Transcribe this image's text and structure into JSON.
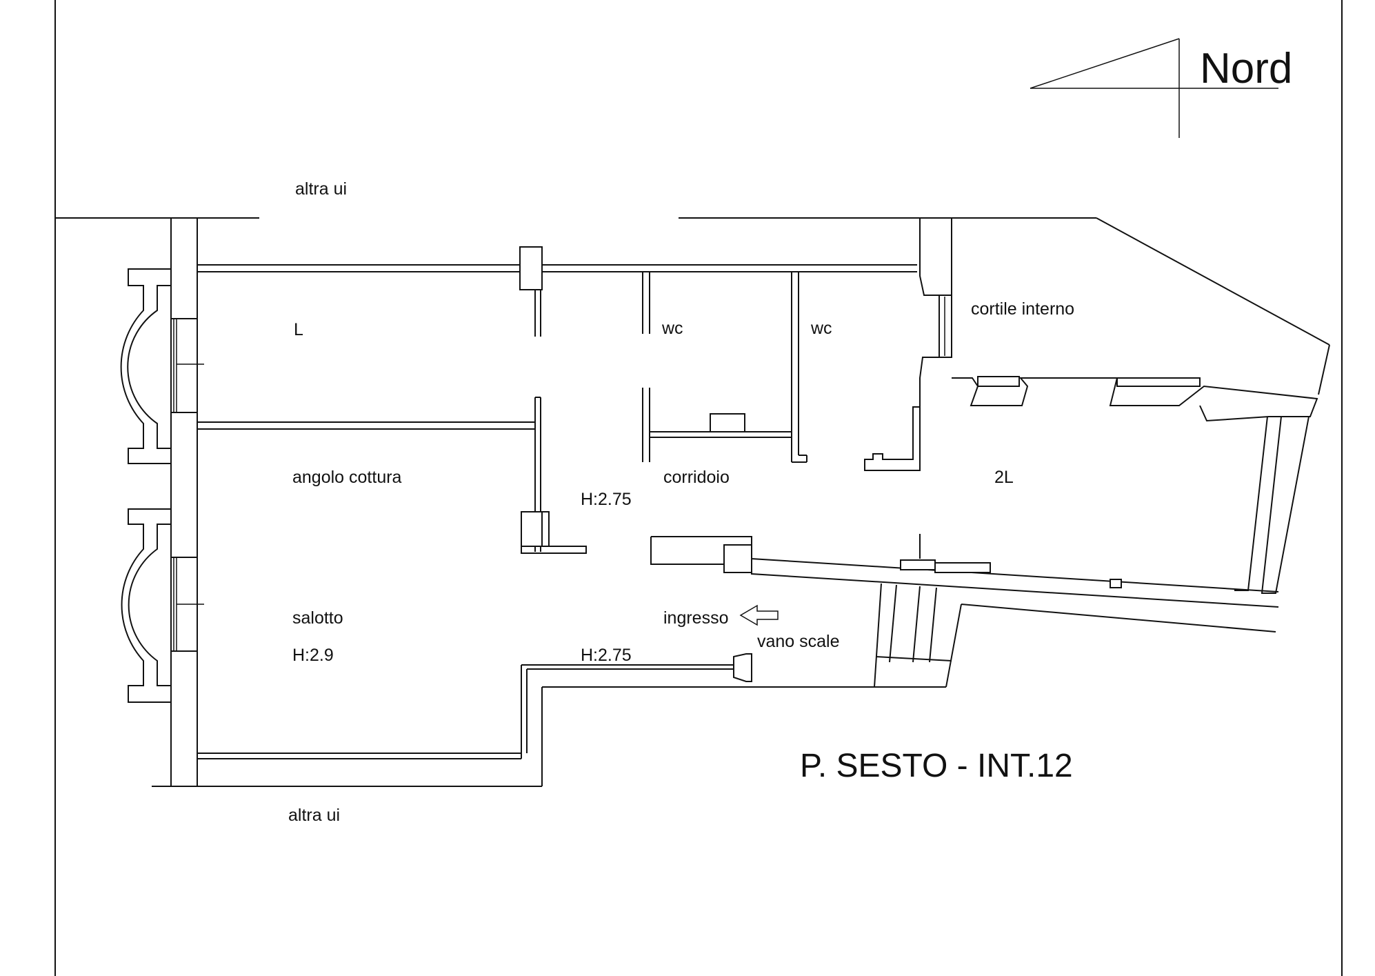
{
  "drawing": {
    "title": "P. SESTO - INT.12",
    "north_label": "Nord",
    "rooms": {
      "l": "L",
      "wc_left": "wc",
      "wc_right": "wc",
      "cortile": "cortile interno",
      "angolo_cottura": "angolo cottura",
      "corridoio": "corridoio",
      "room_2l": "2L",
      "salotto": "salotto",
      "ingresso": "ingresso",
      "vano_scale": "vano scale",
      "altra_ui_top": "altra ui",
      "altra_ui_bottom": "altra ui"
    },
    "heights": {
      "center": "H:2.75",
      "salotto": "H:2.9",
      "south": "H:2.75"
    },
    "icons": {
      "entry_arrow": "arrow-left-icon",
      "north_arrow": "north-arrow-icon"
    },
    "line_color": "#111111"
  }
}
